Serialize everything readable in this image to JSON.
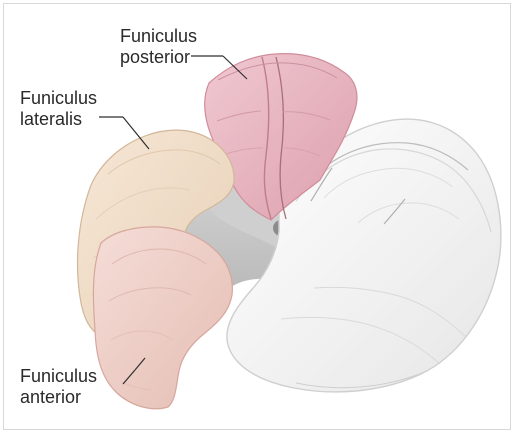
{
  "labels": {
    "funiculus_posterior": [
      "Funiculus",
      "posterior"
    ],
    "funiculus_lateralis": [
      "Funiculus",
      "lateralis"
    ],
    "funiculus_anterior": [
      "Funiculus",
      "anterior"
    ]
  },
  "colors": {
    "posterior_fill": "#e7b8c2",
    "posterior_dark": "#d593a3",
    "lateral_fill": "#f1dfc8",
    "lateral_dark": "#dfc4a7",
    "anterior_fill": "#efcfc5",
    "anterior_dark": "#ddb1a7",
    "white_matter": "#f1f1f1",
    "white_matter_shadow": "#d9d9d9",
    "gray_matter": "#c9c9c9",
    "gray_matter_dark": "#9b9b9b",
    "frame": "#d8d8d8",
    "text": "#2a2a2a"
  }
}
